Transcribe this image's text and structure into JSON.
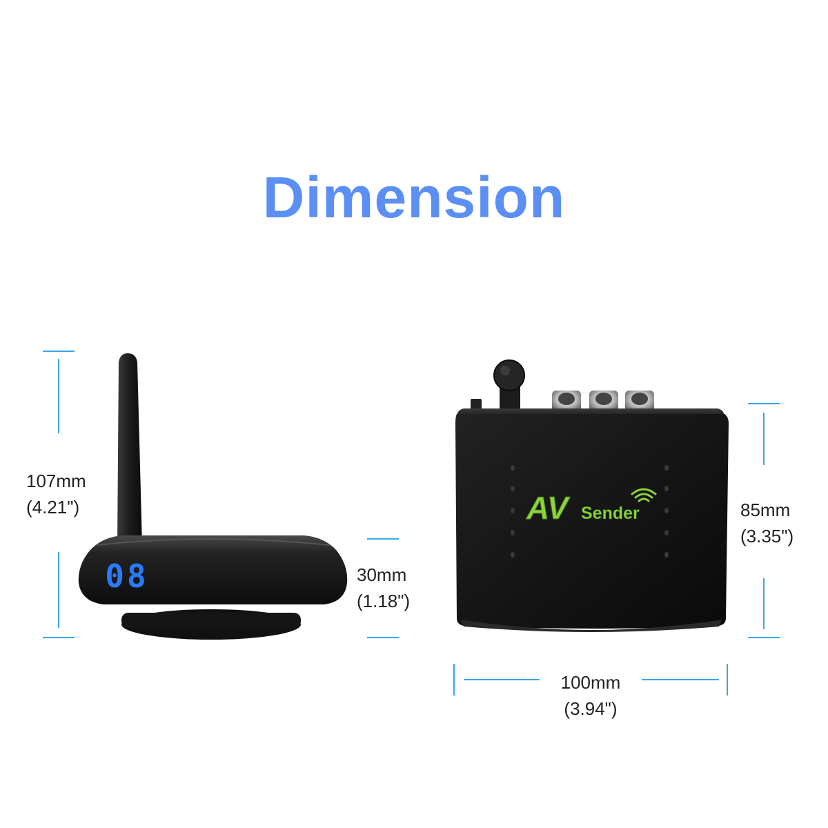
{
  "title": "Dimension",
  "receiver": {
    "display_digits": "08",
    "height_total": "107mm",
    "height_total_in": "(4.21\")",
    "height_body": "30mm",
    "height_body_in": "(1.18\")"
  },
  "sender": {
    "logo_av": "AV",
    "logo_sender": "Sender",
    "height": "85mm",
    "height_in": "(3.35\")",
    "width": "100mm",
    "width_in": "(3.94\")"
  },
  "colors": {
    "title": "#5b8ff4",
    "dimension_line": "#3aa6e6",
    "device_body": "#1a1a1a",
    "display": "#2a7bff",
    "logo_green": "#8cd43c"
  }
}
